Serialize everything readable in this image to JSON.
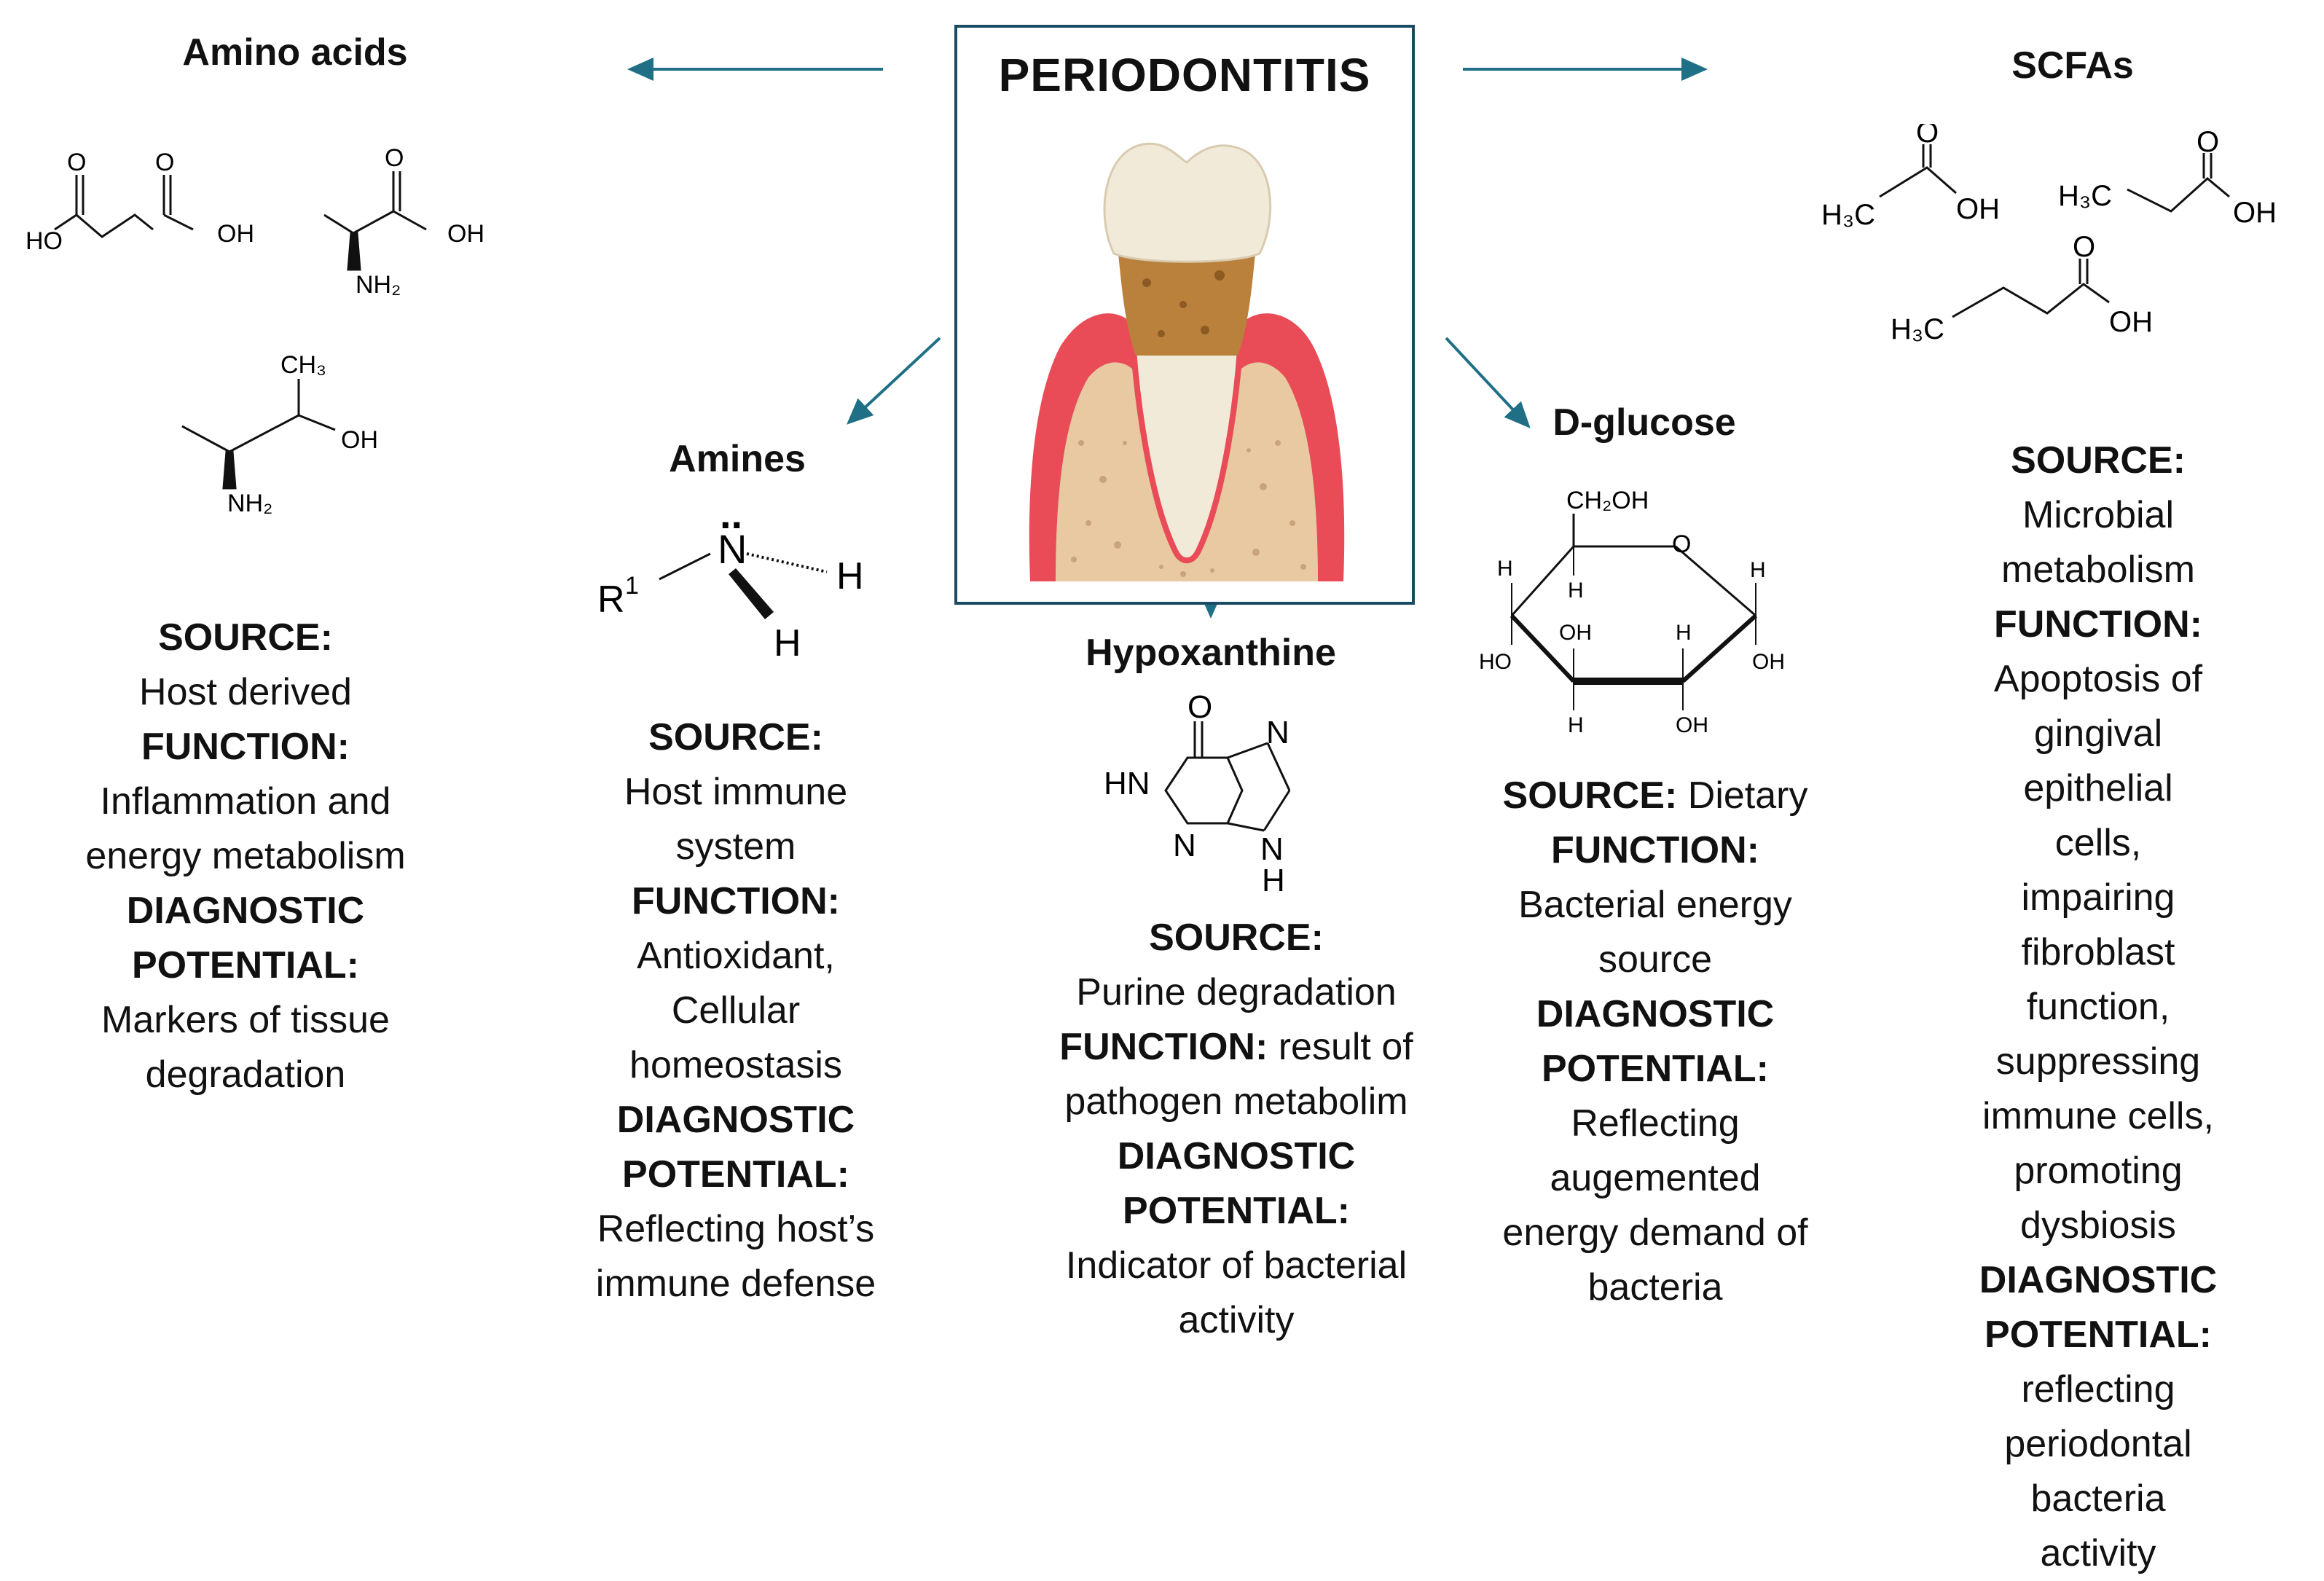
{
  "center": {
    "title": "PERIODONTITIS"
  },
  "amino_acids": {
    "title": "Amino acids",
    "chem": {
      "ho": "HO",
      "oh1": "OH",
      "oh2": "OH",
      "nh2_1": "NH₂",
      "ch3": "CH₃",
      "oh3": "OH",
      "nh2_2": "NH₂",
      "o1": "O",
      "o2": "O",
      "o3": "O"
    },
    "source_label": "SOURCE:",
    "source": "Host derived",
    "function_label": "FUNCTION:",
    "function_line1": "Inflammation and",
    "function_line2": "energy metabolism",
    "diag_label1": "DIAGNOSTIC",
    "diag_label2": "POTENTIAL:",
    "diag_line1": "Markers of tissue",
    "diag_line2": "degradation"
  },
  "amines": {
    "title": "Amines",
    "chem": {
      "r": "R",
      "sup": "1",
      "n": "N",
      "h1": "H",
      "h2": "H",
      "dots": "..",
      "dash": "''''''''"
    },
    "source_label": "SOURCE:",
    "source_line1": "Host immune",
    "source_line2": "system",
    "function_label": "FUNCTION:",
    "function_line1": "Antioxidant,",
    "function_line2": "Cellular",
    "function_line3": "homeostasis",
    "diag_label1": "DIAGNOSTIC",
    "diag_label2": "POTENTIAL:",
    "diag_line1": "Reflecting host’s",
    "diag_line2": "immune defense"
  },
  "hypoxanthine": {
    "title": "Hypoxanthine",
    "chem": {
      "o": "O",
      "hn": "HN",
      "n1": "N",
      "n2": "N",
      "n3": "N",
      "h": "H"
    },
    "source_label": "SOURCE:",
    "source": "Purine degradation",
    "function_label": "FUNCTION:",
    "function_inline": "result of",
    "function_line2": "pathogen metabolim",
    "diag_label1": "DIAGNOSTIC",
    "diag_label2": "POTENTIAL:",
    "diag_line1": "Indicator of bacterial",
    "diag_line2": "activity"
  },
  "dglucose": {
    "title": "D-glucose",
    "chem": {
      "ch2oh": "CH₂OH",
      "o": "O",
      "h1": "H",
      "h2": "H",
      "h3": "H",
      "h4": "H",
      "h5": "H",
      "oh1": "OH",
      "oh2": "OH",
      "oh3": "OH",
      "ho": "HO"
    },
    "source_label": "SOURCE:",
    "source_inline": "Dietary",
    "function_label": "FUNCTION:",
    "function_line1": "Bacterial energy",
    "function_line2": "source",
    "diag_label1": "DIAGNOSTIC",
    "diag_label2": "POTENTIAL:",
    "diag_line1": "Reflecting",
    "diag_line2": "augemented",
    "diag_line3": "energy demand of",
    "diag_line4": "bacteria"
  },
  "scfas": {
    "title": "SCFAs",
    "chem": {
      "h3c1": "H₃C",
      "oh1": "OH",
      "h3c2": "H₃C",
      "oh2": "OH",
      "h3c3": "H₃C",
      "oh3": "OH",
      "o1": "O",
      "o2": "O",
      "o3": "O"
    },
    "source_label": "SOURCE:",
    "source_inline": "Microbial",
    "source_line2": "metabolism",
    "function_label": "FUNCTION:",
    "function_line1": "Apoptosis of gingival",
    "function_line2": "epithelial cells,",
    "function_line3": "impairing fibroblast",
    "function_line4": "function, suppressing",
    "function_line5": "immune cells,",
    "function_line6": "promoting dysbiosis",
    "diag_label1": "DIAGNOSTIC",
    "diag_label2": "POTENTIAL:",
    "diag_line1": "reflecting periodontal",
    "diag_line2": "bacteria activity"
  },
  "colors": {
    "arrow": "#1f6f86",
    "box_border": "#1b4a63",
    "gum": "#e94b57",
    "bone": "#e8c9a2",
    "tooth": "#f2ead8",
    "calculus": "#b9813b"
  }
}
